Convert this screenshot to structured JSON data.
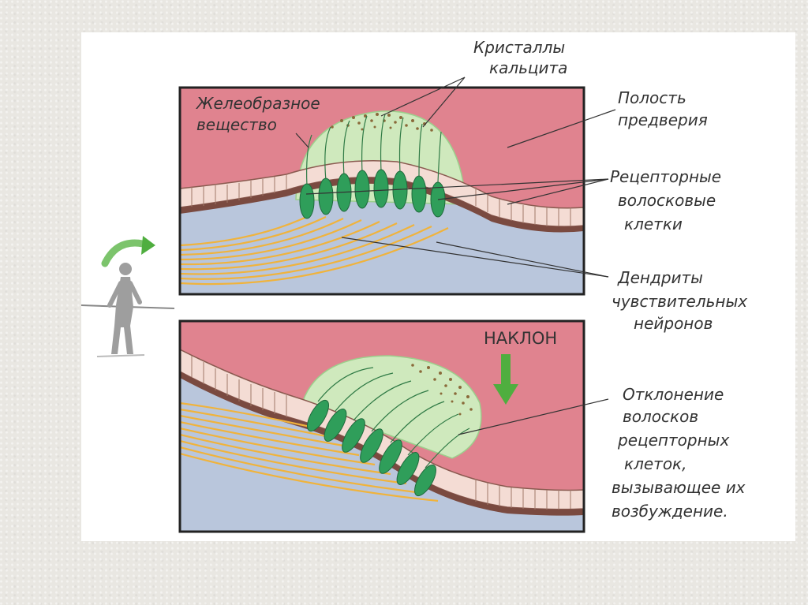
{
  "labels": {
    "calcite_1": "Кристаллы",
    "calcite_2": "кальцита",
    "gel_1": "Желеобразное",
    "gel_2": "вещество",
    "cavity_1": "Полость",
    "cavity_2": "предверия",
    "receptor_1": "Рецепторные",
    "receptor_2": "волосковые",
    "receptor_3": "клетки",
    "dendrites_1": "Дендриты",
    "dendrites_2": "чувствительных",
    "dendrites_3": "нейронов",
    "tilt": "НАКЛОН",
    "deflection_1": "Отклонение",
    "deflection_2": "волосков",
    "deflection_3": "рецепторных",
    "deflection_4": "клеток,",
    "deflection_5": "вызывающее их",
    "deflection_6": "возбуждение."
  },
  "colors": {
    "cavity": "#e0838f",
    "fluid": "#b9c6dc",
    "gel": "#cfe9bd",
    "receptor": "#2f9e5a",
    "nerve": "#f0b33c",
    "crystal": "#8a6a3a",
    "arrow": "#4fae3f",
    "walker": "#9e9e9e"
  },
  "icons": [
    "walking-person-icon",
    "rotation-arrow-icon",
    "down-arrow-icon"
  ]
}
